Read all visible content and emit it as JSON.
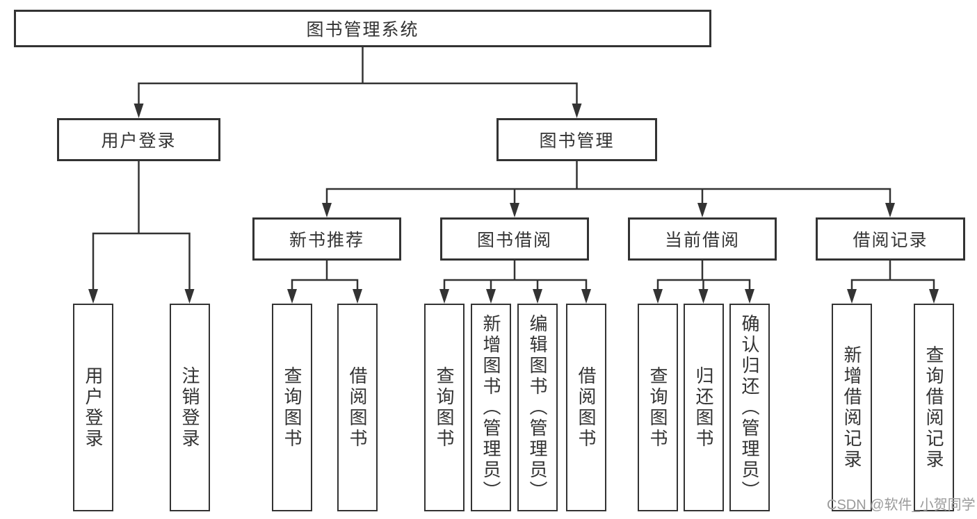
{
  "diagram": {
    "root": {
      "label": "图书管理系统"
    },
    "branches": [
      {
        "label": "用户登录",
        "leaves": [
          "用户登录",
          "注销登录"
        ]
      },
      {
        "label": "图书管理",
        "groups": [
          {
            "label": "新书推荐",
            "leaves": [
              "查询图书",
              "借阅图书"
            ]
          },
          {
            "label": "图书借阅",
            "leaves": [
              "查询图书",
              "新增图书（管理员）",
              "编辑图书（管理员）",
              "借阅图书"
            ]
          },
          {
            "label": "当前借阅",
            "leaves": [
              "查询图书",
              "归还图书",
              "确认归还（管理员）"
            ]
          },
          {
            "label": "借阅记录",
            "leaves": [
              "新增借阅记录",
              "查询借阅记录"
            ]
          }
        ]
      }
    ]
  },
  "watermark": {
    "text": "CSDN @软件_小贺同学"
  },
  "colors": {
    "line": "#333333",
    "border": "#333333",
    "text": "#333333",
    "background": "#ffffff",
    "watermark": "#9a9a9a"
  }
}
